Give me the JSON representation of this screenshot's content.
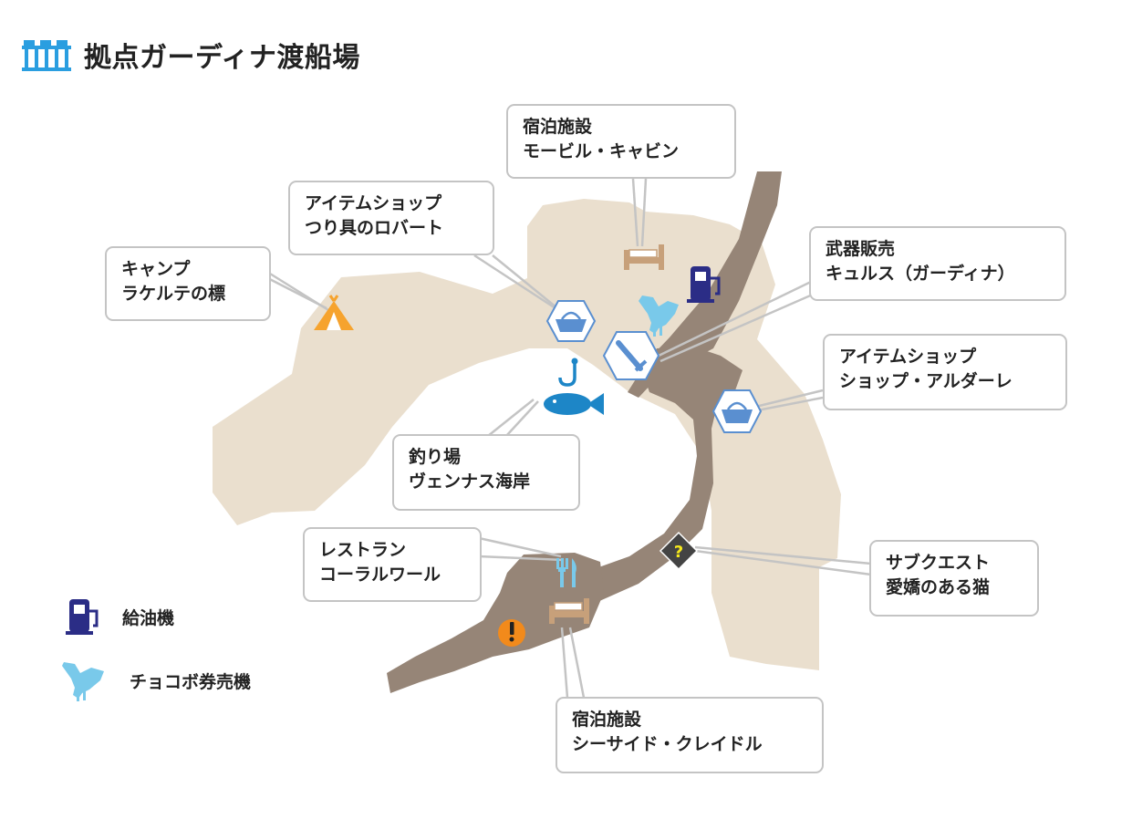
{
  "title": "拠点ガーディナ渡船場",
  "callouts": {
    "lodging_top": {
      "line1": "宿泊施設",
      "line2": "モービル・キャビン"
    },
    "item_shop_left": {
      "line1": "アイテムショップ",
      "line2": "つり具のロバート"
    },
    "camp": {
      "line1": "キャンプ",
      "line2": "ラケルテの標"
    },
    "weapons": {
      "line1": "武器販売",
      "line2": "キュルス（ガーディナ）"
    },
    "item_shop_right": {
      "line1": "アイテムショップ",
      "line2": "ショップ・アルダーレ"
    },
    "fishing": {
      "line1": "釣り場",
      "line2": "ヴェンナス海岸"
    },
    "restaurant": {
      "line1": "レストラン",
      "line2": "コーラルワール"
    },
    "subquest": {
      "line1": "サブクエスト",
      "line2": "愛嬌のある猫"
    },
    "lodging_bottom": {
      "line1": "宿泊施設",
      "line2": "シーサイド・クレイドル"
    }
  },
  "legend": {
    "gas": {
      "label": "給油機",
      "icon": "gas-pump-icon"
    },
    "chocobo": {
      "label": "チョコボ券売機",
      "icon": "chocobo-icon"
    }
  },
  "colors": {
    "land": "#eadfce",
    "road": "#968577",
    "gas": "#2b2d86",
    "chocobo": "#79c9ea",
    "marker_blue": "#5a8fd0",
    "fish": "#1d86c7",
    "camp": "#f6a32e",
    "bed": "#c7a07a",
    "alert": "#f28a1b",
    "title_icon": "#2a9ee0"
  }
}
